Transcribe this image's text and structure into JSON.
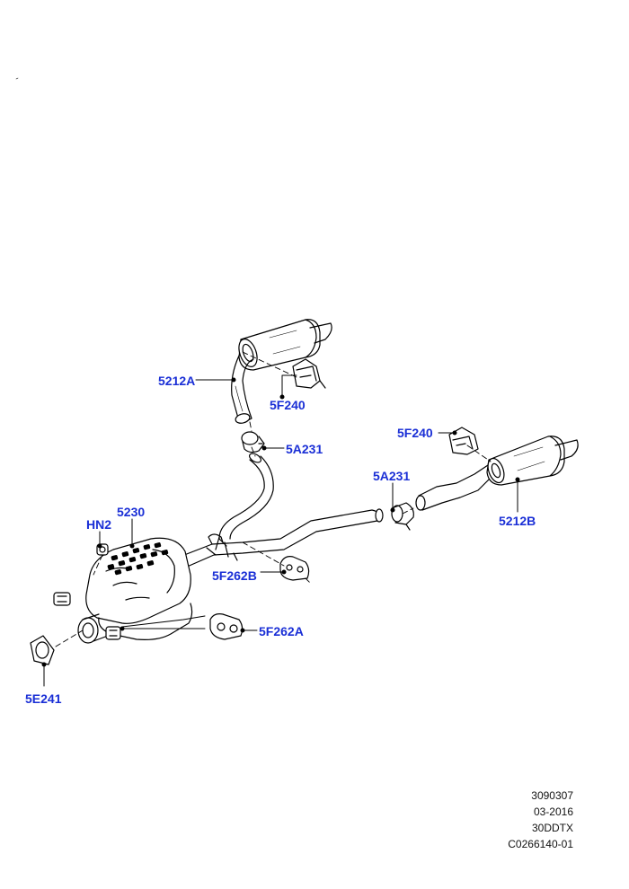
{
  "callouts": {
    "p5212A": "5212A",
    "p5F240_left": "5F240",
    "p5A231_left": "5A231",
    "p5F240_right": "5F240",
    "p5A231_right": "5A231",
    "p5212B": "5212B",
    "pHN2": "HN2",
    "p5230": "5230",
    "p5F262B": "5F262B",
    "p5F262A": "5F262A",
    "p5E241": "5E241"
  },
  "footer": {
    "ref": "3090307",
    "date": "03-2016",
    "model": "30DDTX",
    "catalog": "C0266140-01"
  },
  "colors": {
    "callout_text": "#1a2fd6",
    "line": "#000000"
  }
}
